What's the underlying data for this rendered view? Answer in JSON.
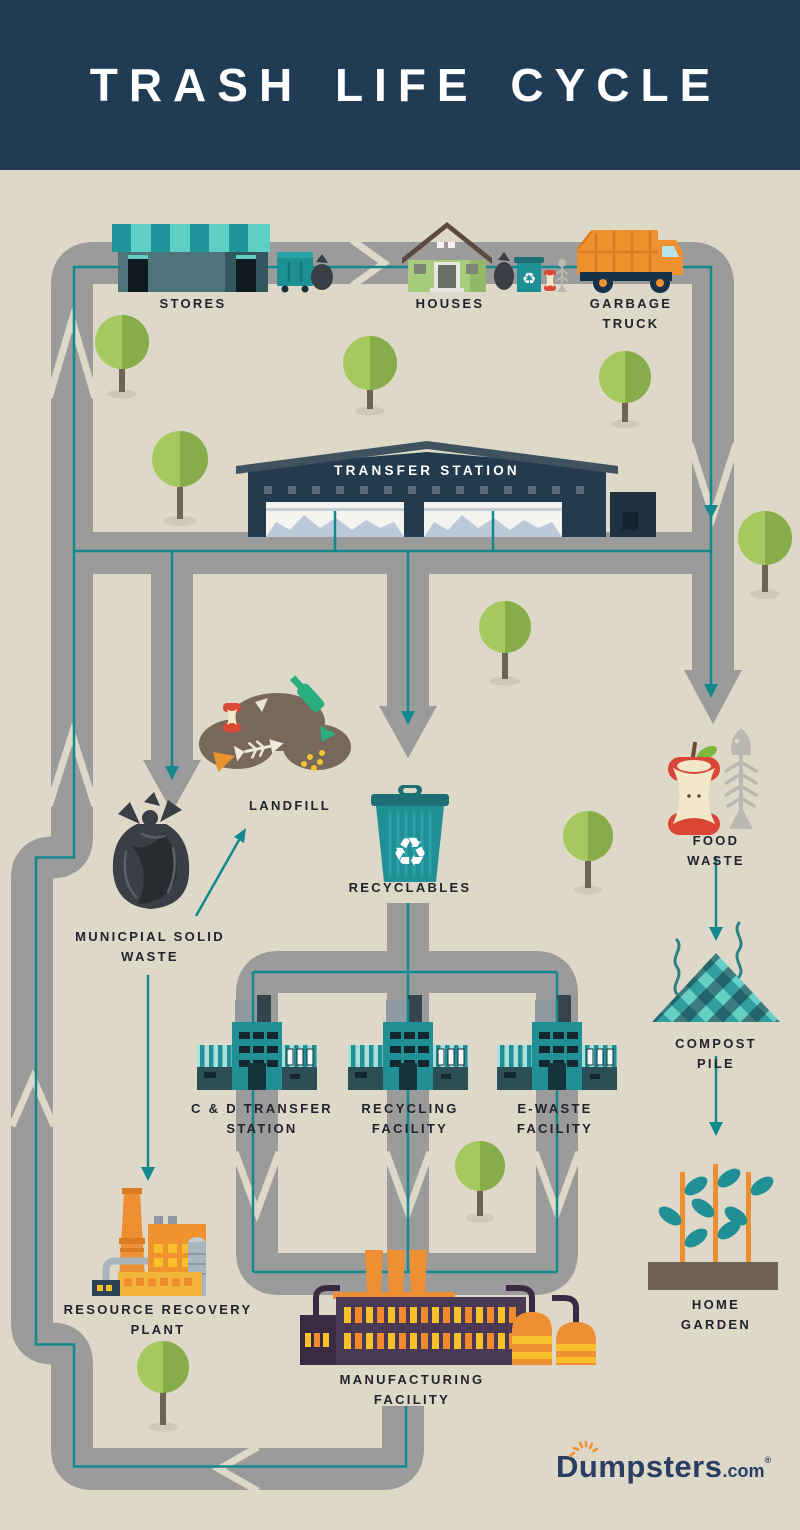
{
  "title": "TRASH LIFE CYCLE",
  "palette": {
    "header_navy": "#203c55",
    "background_beige": "#ded8c9",
    "road_gray": "#9b9b9b",
    "flow_teal": "#11898d",
    "label_dark": "#20242c",
    "building_teal": "#208f96",
    "accent_orange": "#f0932f",
    "brand_navy": "#2a3e63"
  },
  "nodes": {
    "stores": {
      "label": "STORES"
    },
    "houses": {
      "label": "HOUSES"
    },
    "garbage_truck": {
      "label": "GARBAGE\nTRUCK"
    },
    "transfer_station": {
      "label": "TRANSFER STATION"
    },
    "landfill": {
      "label": "LANDFILL"
    },
    "municipal_solid_waste": {
      "label": "MUNICPIAL SOLID\nWASTE"
    },
    "recyclables": {
      "label": "RECYCLABLES"
    },
    "food_waste": {
      "label": "FOOD WASTE"
    },
    "compost_pile": {
      "label": "COMPOST PILE"
    },
    "cd_transfer_station": {
      "label": "C & D TRANSFER\nSTATION"
    },
    "recycling_facility": {
      "label": "RECYCLING\nFACILITY"
    },
    "ewaste_facility": {
      "label": "E-WASTE\nFACILITY"
    },
    "resource_recovery_plant": {
      "label": "RESOURCE RECOVERY\nPLANT"
    },
    "manufacturing_facility": {
      "label": "MANUFACTURING\nFACILITY"
    },
    "home_garden": {
      "label": "HOME GARDEN"
    }
  },
  "edges": [
    "stores -> houses -> garbage truck",
    "garbage truck -> transfer station loop",
    "transfer station -> municipal solid waste",
    "transfer station -> recyclables",
    "transfer station -> food waste",
    "municipal solid waste -> landfill",
    "municipal solid waste -> resource recovery plant",
    "recyclables -> c & d transfer station",
    "recyclables -> recycling facility",
    "recyclables -> e-waste facility",
    "facilities -> manufacturing facility",
    "manufacturing facility -> back to stores",
    "food waste -> compost pile",
    "compost pile -> home garden"
  ],
  "logo": {
    "brand": "Dumpsters",
    "suffix": ".com",
    "registered": "®"
  }
}
